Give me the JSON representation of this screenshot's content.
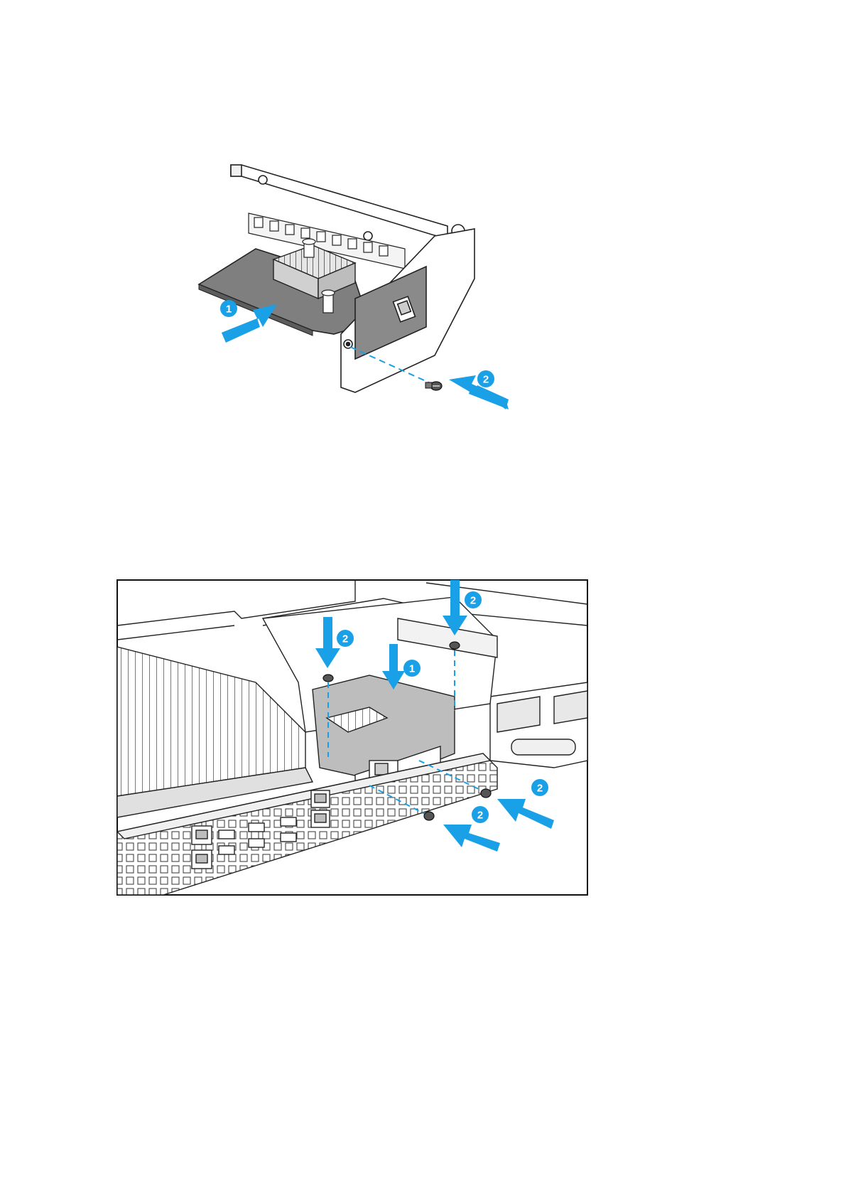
{
  "figure1": {
    "callouts": [
      {
        "step": "1",
        "color": "#1aa0e6"
      },
      {
        "step": "2",
        "color": "#1aa0e6"
      }
    ]
  },
  "figure2": {
    "callouts": [
      {
        "step": "1",
        "color": "#1aa0e6"
      },
      {
        "step": "2",
        "color": "#1aa0e6"
      },
      {
        "step": "2",
        "color": "#1aa0e6"
      },
      {
        "step": "2",
        "color": "#1aa0e6"
      },
      {
        "step": "2",
        "color": "#1aa0e6"
      }
    ]
  },
  "colors": {
    "accent": "#1aa0e6",
    "line": "#222222",
    "board": "#7f7f7f",
    "metal": "#d9d9d9"
  }
}
